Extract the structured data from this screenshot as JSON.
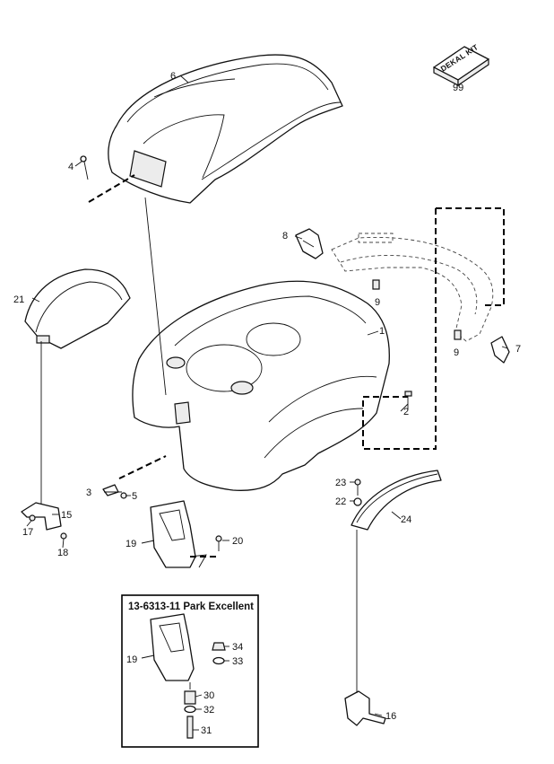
{
  "callouts": {
    "p1": "1",
    "p2": "2",
    "p3": "3",
    "p4": "4",
    "p5": "5",
    "p6": "6",
    "p7": "7",
    "p8": "8",
    "p9a": "9",
    "p9b": "9",
    "p15": "15",
    "p16": "16",
    "p17": "17",
    "p18": "18",
    "p19a": "19",
    "p19b": "19",
    "p20": "20",
    "p21": "21",
    "p22": "22",
    "p23": "23",
    "p24": "24",
    "p30": "30",
    "p31": "31",
    "p32": "32",
    "p33": "33",
    "p34": "34",
    "p99": "99"
  },
  "kit_label": "DEKAL KIT",
  "inset": {
    "title": "13-6313-11 Park Excellent"
  }
}
